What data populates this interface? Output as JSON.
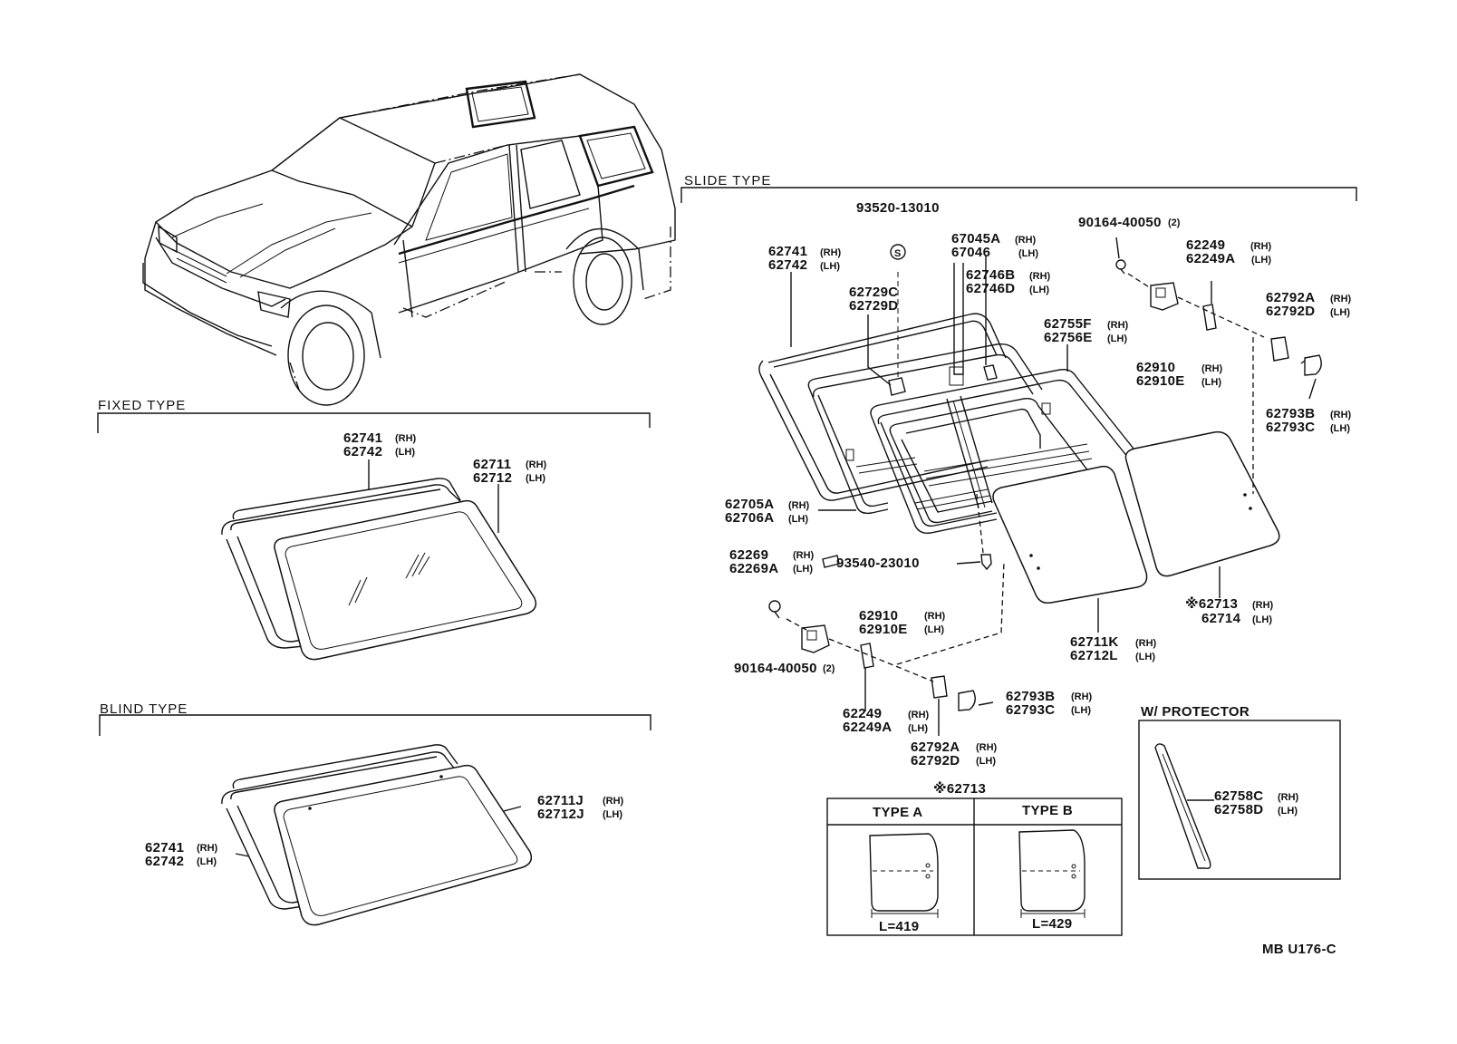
{
  "diagram_code": "MB U176-C",
  "sections": {
    "slide": "SLIDE TYPE",
    "fixed": "FIXED TYPE",
    "blind": "BLIND TYPE",
    "protector": "W/ PROTECTOR"
  },
  "type_table": {
    "title": "※62713",
    "type_a": "TYPE A",
    "type_b": "TYPE B",
    "length_a": "L=419",
    "length_b": "L=429"
  },
  "side_labels": {
    "rh": "(RH)",
    "lh": "(LH)",
    "qty2": "(2)"
  },
  "parts": {
    "p93520": "93520-13010",
    "p90164a": "90164-40050",
    "p62249a": "62249",
    "p62249Aa": "62249A",
    "p62741s": "62741",
    "p62742s": "62742",
    "p67045A": "67045A",
    "p67046": "67046",
    "p62746B": "62746B",
    "p62746D": "62746D",
    "p62729C": "62729C",
    "p62729D": "62729D",
    "p62755F": "62755F",
    "p62756E": "62756E",
    "p62792Aa": "62792A",
    "p62792Da": "62792D",
    "p62910a": "62910",
    "p62910Ea": "62910E",
    "p62793Ba": "62793B",
    "p62793Ca": "62793C",
    "p62705A": "62705A",
    "p62706A": "62706A",
    "p62269": "62269",
    "p62269A": "62269A",
    "p93540": "93540-23010",
    "p62713": "※62713",
    "p62714": "62714",
    "p62910b": "62910",
    "p62910Eb": "62910E",
    "p62711K": "62711K",
    "p62712L": "62712L",
    "p90164b": "90164-40050",
    "p62793Bb": "62793B",
    "p62793Cb": "62793C",
    "p62249b": "62249",
    "p62249Ab": "62249A",
    "p62792Ab": "62792A",
    "p62792Db": "62792D",
    "p62758C": "62758C",
    "p62758D": "62758D",
    "p62741f": "62741",
    "p62742f": "62742",
    "p62711f": "62711",
    "p62712f": "62712",
    "p62711J": "62711J",
    "p62712J": "62712J",
    "p62741b": "62741",
    "p62742b": "62742"
  }
}
